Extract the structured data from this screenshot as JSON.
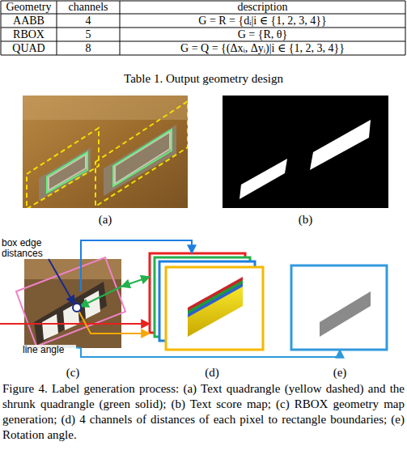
{
  "diagram": {
    "caption": "Figure 4. Label generation process: (a) Text quadrangle (yellow dashed) and the shrunk quadrangle (green solid); (b) Text score map; (c) RBOX geometry map generation; (d) 4 channels of distances of each pixel to rectangle boundaries; (e) Rotation angle.",
    "nodes": [
      {
        "text": [
          "(a)"
        ]
      },
      {
        "text": [
          "(b)"
        ]
      },
      {
        "text": [
          "(c)"
        ]
      },
      {
        "text": [
          "(d)"
        ]
      },
      {
        "text": [
          "(e)"
        ]
      }
    ],
    "edges": [
      {
        "from": 2,
        "to": 3,
        "arrow": "to"
      },
      {
        "from": 2,
        "to": 3,
        "arrow": "both"
      },
      {
        "from": 2,
        "to": 3,
        "arrow": "to"
      },
      {
        "from": 2,
        "to": 3,
        "arrow": "to"
      },
      {
        "from": 2,
        "to": 4,
        "arrow": "to"
      }
    ],
    "labels": [
      "Geometry",
      "channels",
      "description",
      "AABB",
      "4",
      "G = R = {dᵢ|i ∈ {1, 2, 3, 4}}",
      "RBOX",
      "5",
      "G = {R, θ}",
      "QUAD",
      "8",
      "G = Q = {(Δxᵢ, Δyᵢ)|i ∈ {1, 2, 3, 4}}",
      "Table 1. Output geometry design",
      "box edge distances",
      "line angle"
    ]
  }
}
